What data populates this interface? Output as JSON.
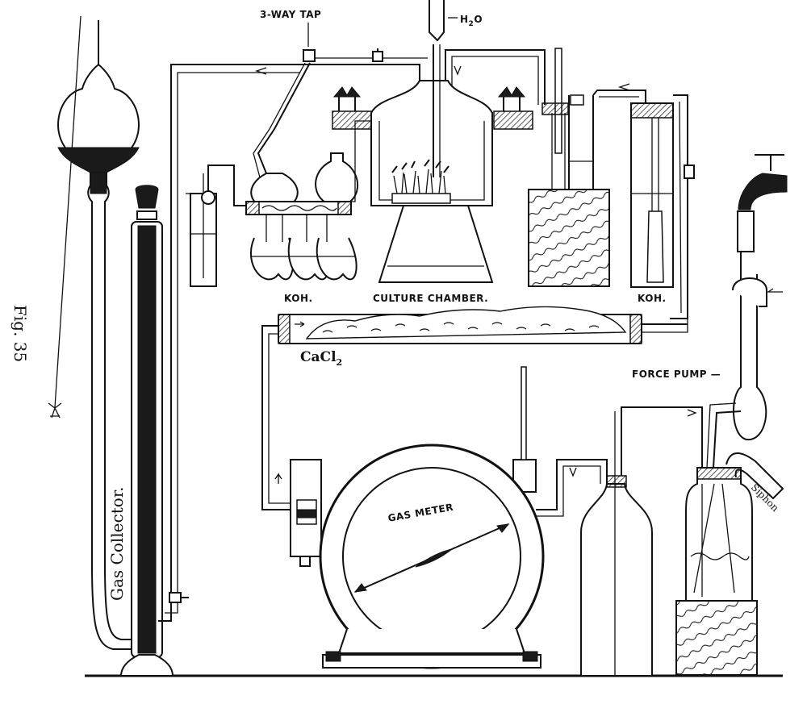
{
  "figure": {
    "number_label": "Fig. 35"
  },
  "labels": {
    "three_way_tap": "3-WAY TAP",
    "water": "H",
    "water_sub": "2",
    "water_tail": "O",
    "koh_left": "KOH.",
    "culture_chamber": "CULTURE CHAMBER.",
    "koh_right": "KOH.",
    "cacl2": "CaCl",
    "cacl2_sub": "2",
    "force_pump": "FORCE PUMP —",
    "siphon": "Siphon",
    "gas_meter": "GAS METER",
    "gas_collector": "Gas Collector."
  }
}
